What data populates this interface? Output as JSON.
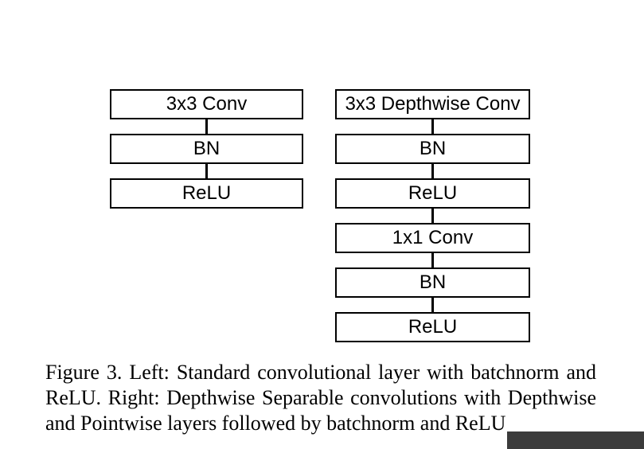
{
  "figure": {
    "left_column": {
      "boxes": [
        "3x3 Conv",
        "BN",
        "ReLU"
      ]
    },
    "right_column": {
      "boxes": [
        "3x3 Depthwise Conv",
        "BN",
        "ReLU",
        "1x1 Conv",
        "BN",
        "ReLU"
      ]
    }
  },
  "caption": {
    "lines": [
      "Figure 3. Left: Standard convolutional layer with batchnorm and",
      "ReLU. Right: Depthwise Separable convolutions with Depthwise",
      "and Pointwise layers followed by batchnorm and ReLU"
    ]
  },
  "colors": {
    "background": "#ffffff",
    "line": "#000000",
    "text": "#000000",
    "corner_bar": "#3b3b3b"
  }
}
